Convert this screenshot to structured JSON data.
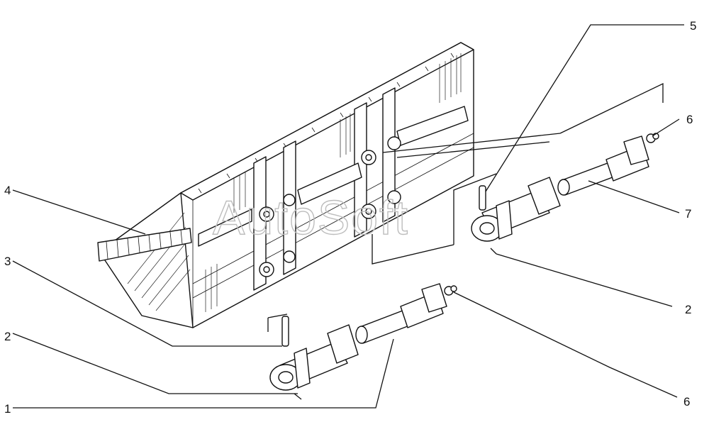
{
  "watermark": "AutoSoft",
  "callouts": [
    {
      "id": "c5",
      "text": "5"
    },
    {
      "id": "c6a",
      "text": "6"
    },
    {
      "id": "c4",
      "text": "4"
    },
    {
      "id": "c7",
      "text": "7"
    },
    {
      "id": "c3",
      "text": "3"
    },
    {
      "id": "c2a",
      "text": "2"
    },
    {
      "id": "c2b",
      "text": "2"
    },
    {
      "id": "c1",
      "text": "1"
    },
    {
      "id": "c6b",
      "text": "6"
    }
  ]
}
